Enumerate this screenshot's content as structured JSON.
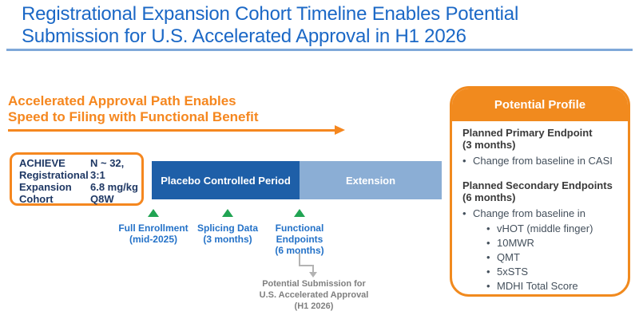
{
  "slide": {
    "title_line1": "Registrational Expansion Cohort Timeline Enables Potential",
    "title_line2": "Submission for U.S. Accelerated Approval in H1 2026"
  },
  "path_banner": {
    "line1": "Accelerated Approval Path Enables",
    "line2": "Speed to Filing with Functional Benefit"
  },
  "cohort_box": {
    "name_lines": [
      "ACHIEVE",
      "Registrational",
      "Expansion",
      "Cohort"
    ],
    "detail_lines": [
      "N ~ 32, 3:1",
      "6.8 mg/kg",
      "Q8W"
    ]
  },
  "timeline": {
    "segments": [
      {
        "label": "Placebo Controlled Period",
        "color": "#1E5FA8"
      },
      {
        "label": "Extension",
        "color": "#8BAED5"
      }
    ],
    "milestones": [
      {
        "lines": [
          "Full Enrollment",
          "(mid-2025)"
        ]
      },
      {
        "lines": [
          "Splicing Data",
          "(3 months)"
        ]
      },
      {
        "lines": [
          "Functional",
          "Endpoints",
          "(6 months)"
        ]
      }
    ],
    "submission_note": {
      "lines": [
        "Potential Submission for",
        "U.S. Accelerated Approval",
        "(H1 2026)"
      ]
    }
  },
  "profile_panel": {
    "header": "Potential Profile",
    "primary": {
      "heading_line1": "Planned Primary Endpoint",
      "heading_line2": "(3 months)",
      "bullet": "Change from baseline in CASI"
    },
    "secondary": {
      "heading_line1": "Planned Secondary Endpoints",
      "heading_line2": "(6 months)",
      "bullet": "Change from baseline in",
      "sub_bullets": [
        "vHOT (middle finger)",
        "10MWR",
        "QMT",
        "5xSTS",
        "MDHI Total Score"
      ]
    }
  },
  "glyphs": {
    "bullet": "•"
  },
  "colors": {
    "title_blue": "#1B68C6",
    "accent_orange": "#F5871F",
    "panel_orange": "#F18A1E",
    "navy_text": "#1F3864",
    "placebo_bar_blue": "#1E5FA8",
    "extension_bar_blue": "#8BAED5",
    "milestone_green": "#21A453",
    "milestone_label_blue": "#2472C8",
    "divider_blue": "#7FA8D9",
    "submission_gray": "#7F7F7F",
    "body_text": "#44505C"
  }
}
